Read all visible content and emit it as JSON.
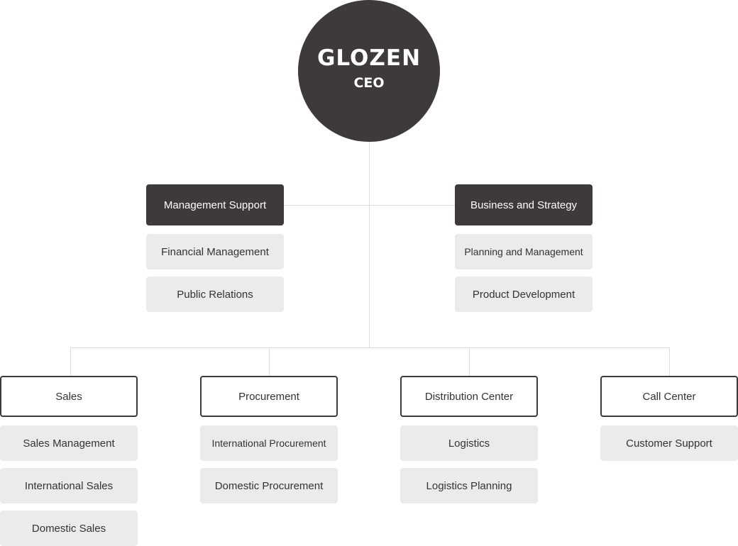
{
  "ceo": {
    "logo": "GLOZEN",
    "title": "CEO"
  },
  "upper_departments": [
    {
      "name": "Management Support",
      "teams": [
        "Financial Management",
        "Public Relations"
      ]
    },
    {
      "name": "Business and Strategy",
      "teams": [
        "Planning and Management",
        "Product Development"
      ]
    }
  ],
  "lower_departments": [
    {
      "name": "Sales",
      "teams": [
        "Sales Management",
        "International Sales",
        "Domestic Sales"
      ]
    },
    {
      "name": "Procurement",
      "teams": [
        "International Procurement",
        "Domestic Procurement"
      ]
    },
    {
      "name": "Distribution Center",
      "teams": [
        "Logistics",
        "Logistics Planning"
      ]
    },
    {
      "name": "Call Center",
      "teams": [
        "Customer Support"
      ]
    }
  ],
  "colors": {
    "dark": "#3d3a39",
    "team_bg": "#ebebeb",
    "connector": "#dddddd"
  }
}
